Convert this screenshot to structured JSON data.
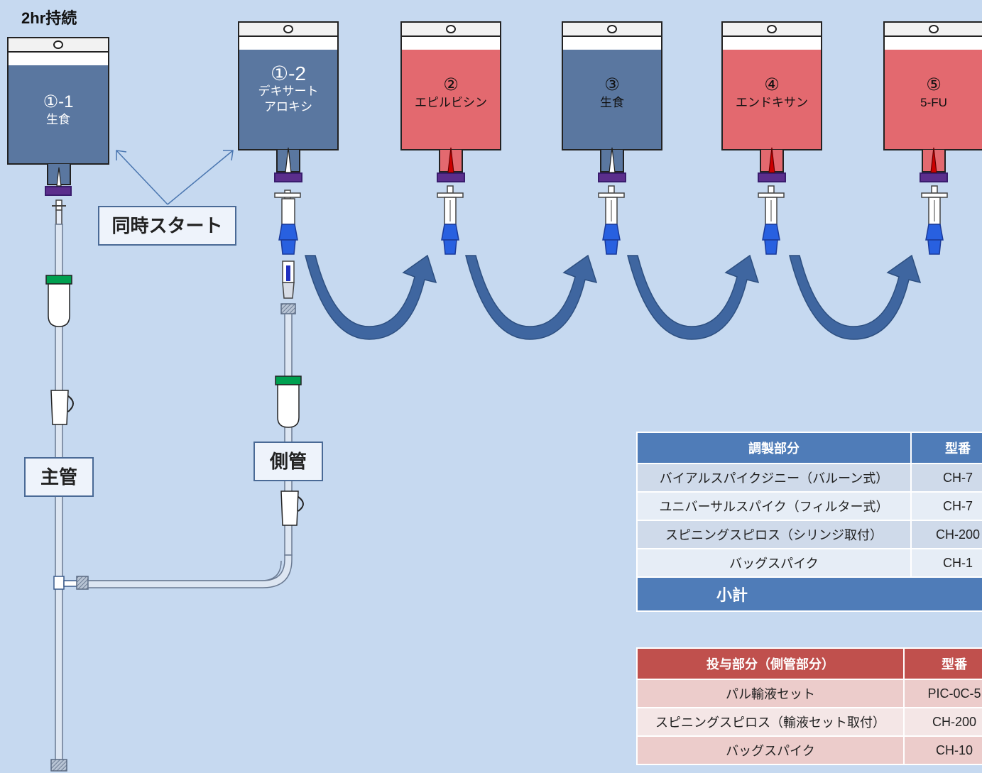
{
  "header": {
    "continuous": "2hr持続"
  },
  "bags": [
    {
      "id": "1-1",
      "number": "①-1",
      "name": "生食",
      "color": "blue"
    },
    {
      "id": "1-2",
      "number": "①-2",
      "name_line1": "デキサート",
      "name_line2": "アロキシ",
      "color": "blue"
    },
    {
      "id": "2",
      "number": "②",
      "name": "エピルビシン",
      "color": "red"
    },
    {
      "id": "3",
      "number": "③",
      "name": "生食",
      "color": "blue"
    },
    {
      "id": "4",
      "number": "④",
      "name": "エンドキサン",
      "color": "red"
    },
    {
      "id": "5",
      "number": "⑤",
      "name": "5-FU",
      "color": "red"
    }
  ],
  "labels": {
    "simultaneous_start": "同時スタート",
    "main_line": "主管",
    "side_line": "側管"
  },
  "preparation_table": {
    "header_part": "調製部分",
    "header_model": "型番",
    "rows": [
      {
        "part": "バイアルスパイクジニー（バルーン式）",
        "model": "CH-7"
      },
      {
        "part": "ユニバーサルスパイク（フィルター式）",
        "model": "CH-7"
      },
      {
        "part": "スピニングスピロス（シリンジ取付）",
        "model": "CH-200"
      },
      {
        "part": "バッグスパイク",
        "model": "CH-1"
      }
    ],
    "subtotal": "小計"
  },
  "administration_table": {
    "header_part": "投与部分（側管部分）",
    "header_model": "型番",
    "rows": [
      {
        "part": "パル輸液セット",
        "model": "PIC-0C-5"
      },
      {
        "part": "スピニングスピロス（輸液セット取付）",
        "model": "CH-200"
      },
      {
        "part": "バッグスパイク",
        "model": "CH-10"
      }
    ]
  },
  "colors": {
    "background": "#c6d9f0",
    "bag_blue": "#5a77a0",
    "bag_red": "#e3696f",
    "arrow": "#3f66a0",
    "table_blue": "#4f7cb8",
    "table_red": "#c0504d"
  }
}
